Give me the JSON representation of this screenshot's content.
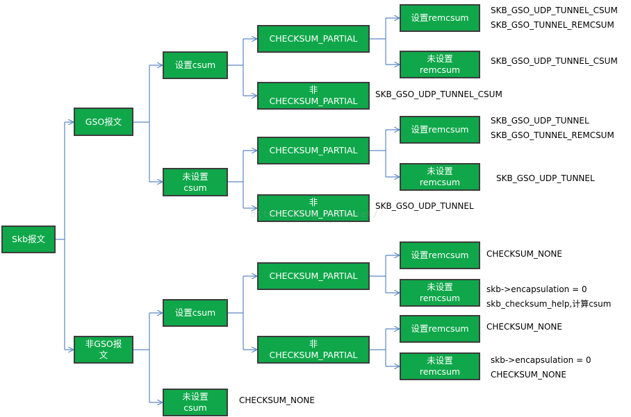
{
  "colors": {
    "node_fill": "#0fa74a",
    "node_border": "#3c3c3c",
    "connector": "#5a86c5",
    "text": "#000000"
  },
  "nodes": {
    "root": "Skb报文",
    "gso": "GSO报文",
    "non_gso": "非GSO报\n文",
    "gso_set_csum": "设置csum",
    "gso_unset_csum": "未设置\ncsum",
    "nongso_set_csum": "设置csum",
    "nongso_unset_csum": "未设置\ncsum",
    "gso_set_partial": "CHECKSUM_PARTIAL",
    "gso_set_nonpartial": "非\nCHECKSUM_PARTIAL",
    "gso_unset_partial": "CHECKSUM_PARTIAL",
    "gso_unset_nonpartial": "非\nCHECKSUM_PARTIAL",
    "nongso_set_partial": "CHECKSUM_PARTIAL",
    "nongso_set_nonpartial": "非\nCHECKSUM_PARTIAL",
    "r1_set": "设置remcsum",
    "r1_unset": "未设置\nremcsum",
    "r2_set": "设置remcsum",
    "r2_unset": "未设置\nremcsum",
    "r3_set": "设置remcsum",
    "r3_unset": "未设置\nremcsum",
    "r4_set": "设置remcsum",
    "r4_unset": "未设置\nremcsum"
  },
  "results": {
    "r1_set": "SKB_GSO_UDP_TUNNEL_CSUM\nSKB_GSO_TUNNEL_REMCSUM",
    "r1_unset": "SKB_GSO_UDP_TUNNEL_CSUM",
    "gso_set_nonpartial": "SKB_GSO_UDP_TUNNEL_CSUM",
    "r2_set": "SKB_GSO_UDP_TUNNEL\nSKB_GSO_TUNNEL_REMCSUM",
    "r2_unset": "SKB_GSO_UDP_TUNNEL",
    "gso_unset_nonpartial": "SKB_GSO_UDP_TUNNEL",
    "r3_set": "CHECKSUM_NONE",
    "r3_unset": "skb->encapsulation = 0\nskb_checksum_help,计算csum",
    "r4_set": "CHECKSUM_NONE",
    "r4_unset": "skb->encapsulation = 0\nCHECKSUM_NONE",
    "nongso_unset_csum": "CHECKSUM_NONE"
  },
  "watermark": "http://blog.csdn.net/"
}
